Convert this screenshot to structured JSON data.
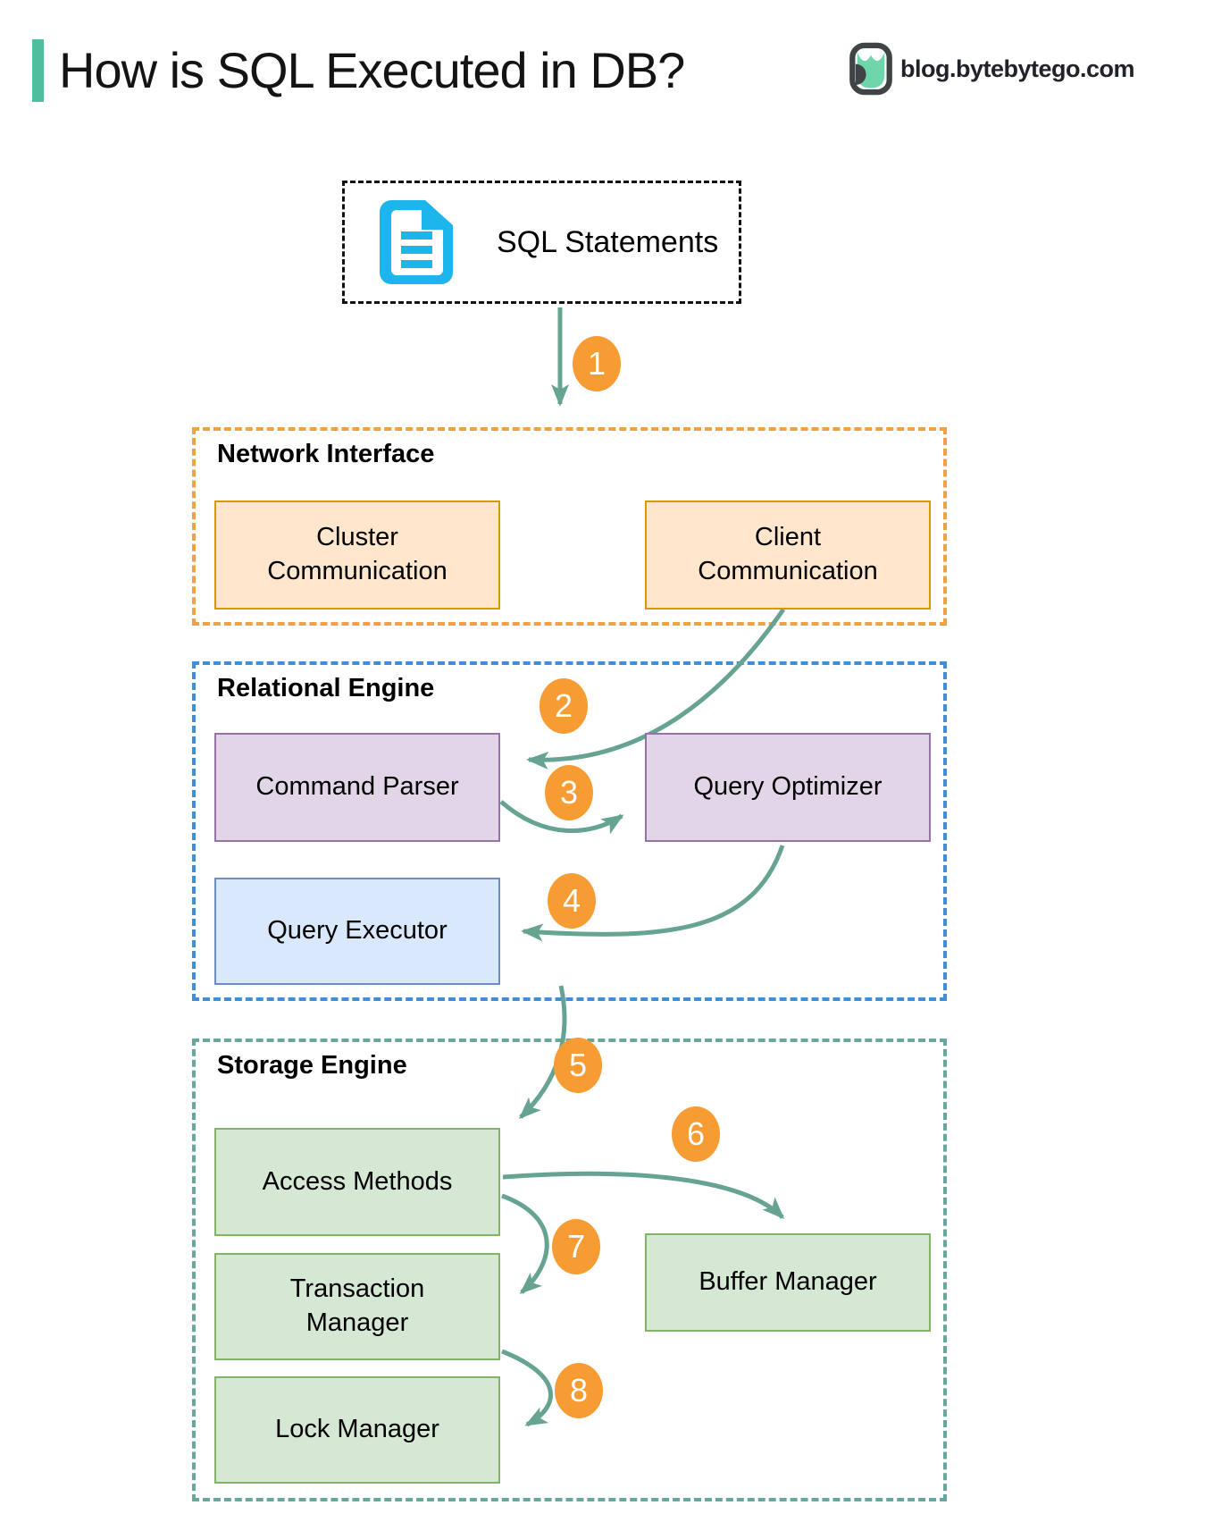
{
  "header": {
    "title": "How is SQL Executed in DB?",
    "site": "blog.bytebytego.com"
  },
  "source_box": {
    "label": "SQL Statements"
  },
  "sections": {
    "network": {
      "title": "Network Interface"
    },
    "relational": {
      "title": "Relational Engine"
    },
    "storage": {
      "title": "Storage Engine"
    }
  },
  "nodes": {
    "cluster": {
      "label": "Cluster\nCommunication"
    },
    "client": {
      "label": "Client\nCommunication"
    },
    "command_parser": {
      "label": "Command Parser"
    },
    "query_optimizer": {
      "label": "Query Optimizer"
    },
    "query_executor": {
      "label": "Query Executor"
    },
    "access_methods": {
      "label": "Access Methods"
    },
    "transaction_manager": {
      "label": "Transaction\nManager"
    },
    "lock_manager": {
      "label": "Lock Manager"
    },
    "buffer_manager": {
      "label": "Buffer Manager"
    }
  },
  "steps": {
    "s1": "1",
    "s2": "2",
    "s3": "3",
    "s4": "4",
    "s5": "5",
    "s6": "6",
    "s7": "7",
    "s8": "8"
  },
  "flow": [
    {
      "step": "1",
      "from": "SQL Statements",
      "to": "Network Interface"
    },
    {
      "step": "2",
      "from": "Client Communication",
      "to": "Command Parser"
    },
    {
      "step": "3",
      "from": "Command Parser",
      "to": "Query Optimizer"
    },
    {
      "step": "4",
      "from": "Query Optimizer",
      "to": "Query Executor"
    },
    {
      "step": "5",
      "from": "Query Executor",
      "to": "Access Methods"
    },
    {
      "step": "6",
      "from": "Access Methods",
      "to": "Buffer Manager"
    },
    {
      "step": "7",
      "from": "Access Methods",
      "to": "Transaction Manager"
    },
    {
      "step": "8",
      "from": "Transaction Manager",
      "to": "Lock Manager"
    }
  ],
  "colors": {
    "accent_bar": "#4FBE9E",
    "arrow": "#66A392",
    "badge": "#F79B33",
    "network_border": "#EFA143",
    "relational_border": "#3E8ED9",
    "storage_border": "#68A79B",
    "orange_fill": "#FFE6CC",
    "orange_stroke": "#D79B00",
    "purple_fill": "#E1D5E7",
    "purple_stroke": "#9673A6",
    "blue_fill": "#DAE8FC",
    "blue_stroke": "#6C8EBF",
    "green_fill": "#D5E8D4",
    "green_stroke": "#82B366",
    "doc_icon": "#1CB5EC"
  }
}
